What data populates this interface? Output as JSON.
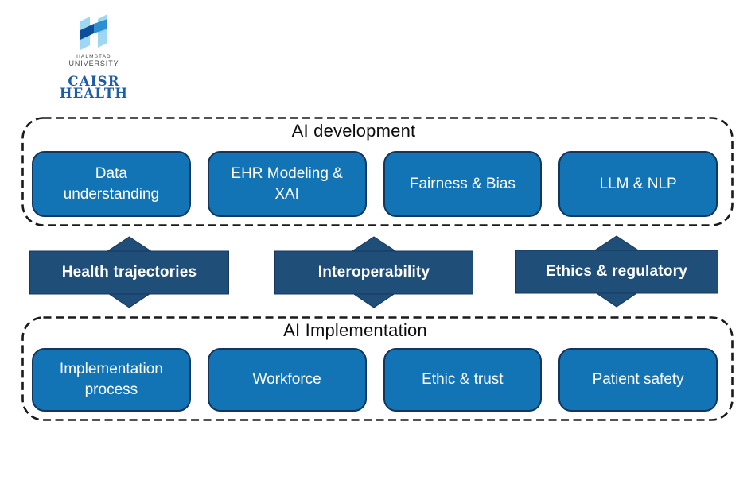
{
  "logo": {
    "university_name_line1": "HALMSTAD",
    "university_name_line2": "UNIVERSITY",
    "center_name_line1": "CAISR",
    "center_name_line2": "HEALTH"
  },
  "colors": {
    "box_fill": "#1273b5",
    "box_border": "#14355c",
    "connector_fill": "#1f4e79",
    "dashed_border": "#1a1a1a",
    "caisr_text": "#1d5da8",
    "box_text": "#ffffff",
    "logo_light_blue": "#86cdf0",
    "logo_dark_blue": "#0d4e9b",
    "logo_mid_blue": "#2e8fd0"
  },
  "development_section": {
    "title": "AI development",
    "boxes": [
      "Data understanding",
      "EHR Modeling & XAI",
      "Fairness & Bias",
      "LLM & NLP"
    ]
  },
  "connectors": [
    "Health trajectories",
    "Interoperability",
    "Ethics & regulatory"
  ],
  "implementation_section": {
    "title": "AI Implementation",
    "boxes": [
      "Implementation process",
      "Workforce",
      "Ethic & trust",
      "Patient safety"
    ]
  }
}
